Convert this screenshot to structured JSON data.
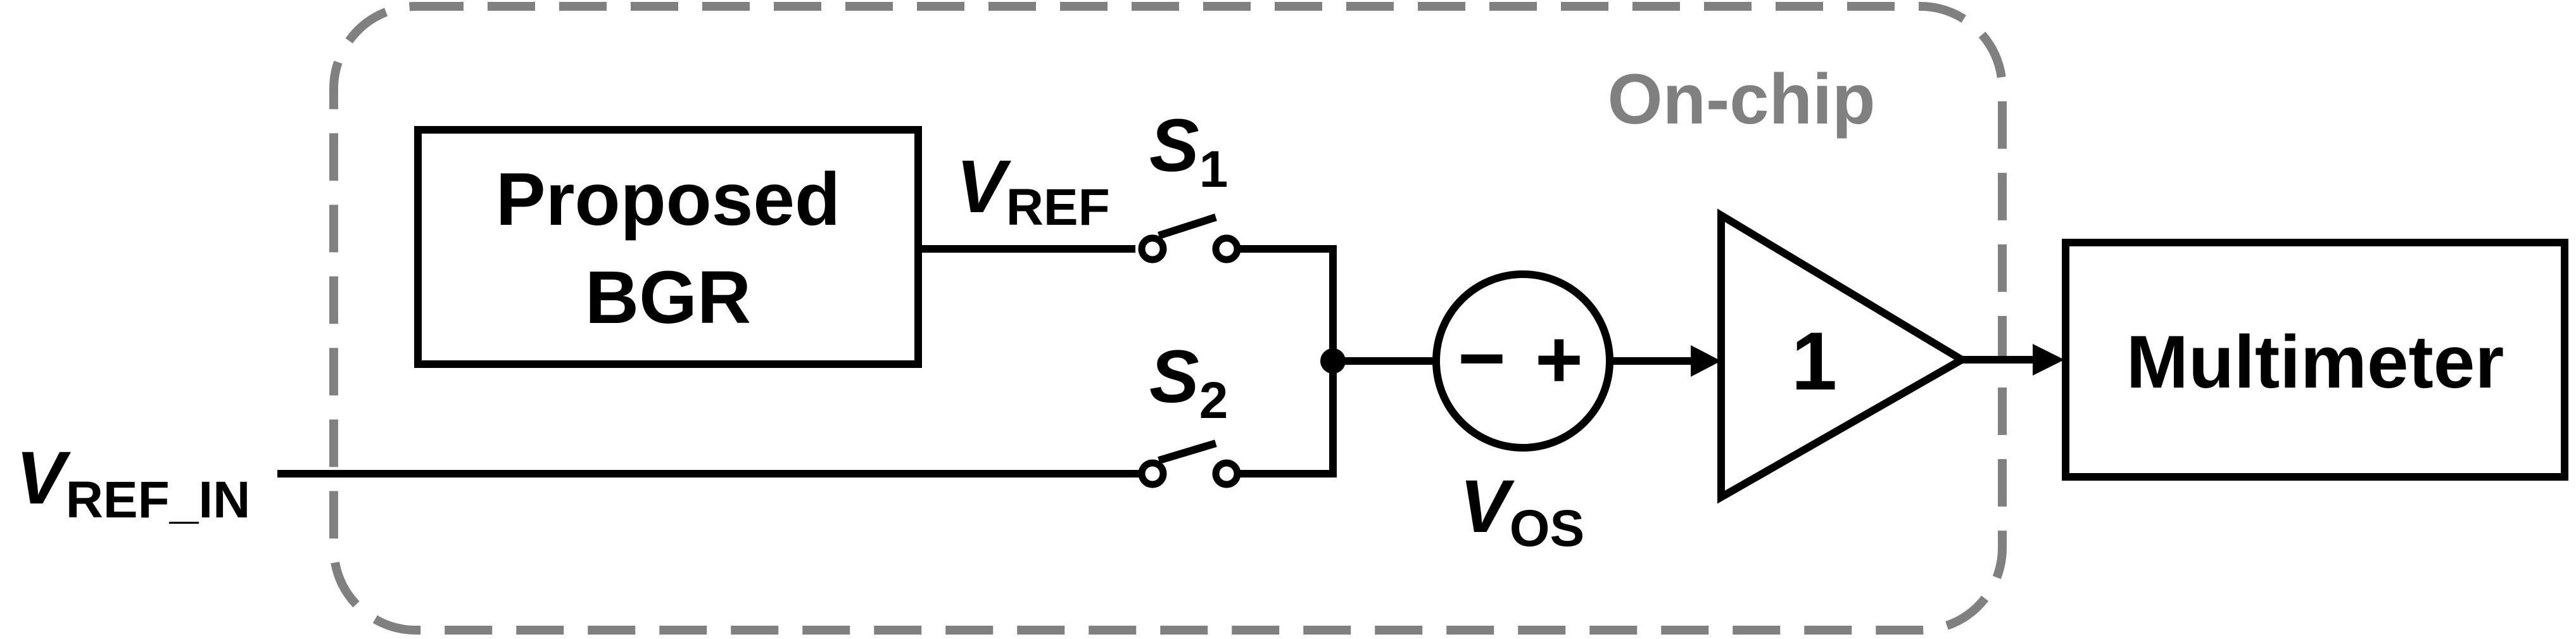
{
  "region_label": "On-chip",
  "bgr_block": {
    "line1": "Proposed",
    "line2": "BGR"
  },
  "vref": {
    "main": "V",
    "sub": "REF"
  },
  "s1": {
    "main": "S",
    "sub": "1"
  },
  "s2": {
    "main": "S",
    "sub": "2"
  },
  "vref_in": {
    "main": "V",
    "sub": "REF_IN"
  },
  "vos": {
    "main": "V",
    "sub": "OS",
    "minus": "−",
    "plus": "+"
  },
  "buffer_gain": "1",
  "multimeter": "Multimeter",
  "colors": {
    "line": "#000000",
    "boundary": "#808080",
    "background": "#ffffff"
  }
}
